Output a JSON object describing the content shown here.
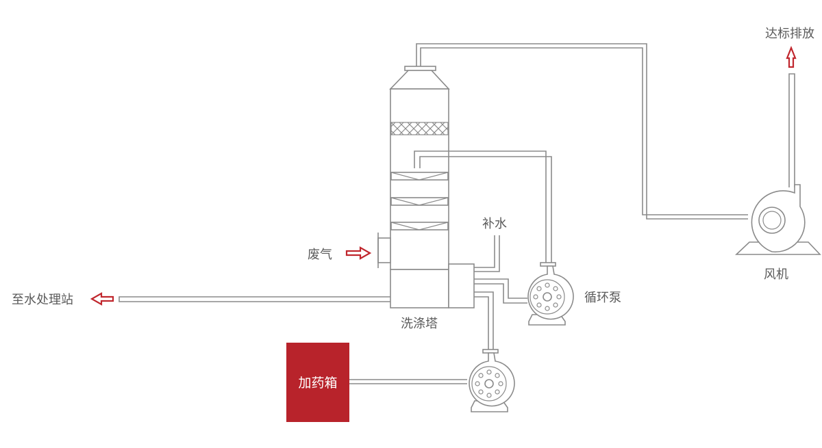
{
  "diagram": {
    "labels": {
      "discharge": "达标排放",
      "fan": "风机",
      "makeup_water": "补水",
      "waste_gas": "废气",
      "circulation_pump": "循环泵",
      "to_water_station": "至水处理站",
      "scrubber": "洗涤塔",
      "dosing_tank": "加药箱"
    },
    "colors": {
      "accent": "#c0262d",
      "tank_fill": "#b8232b",
      "line": "#8a8a8a",
      "text": "#5a5a5a"
    },
    "icons": [
      "arrow-up-icon",
      "arrow-right-icon",
      "arrow-left-icon",
      "pump-icon",
      "fan-icon"
    ]
  }
}
